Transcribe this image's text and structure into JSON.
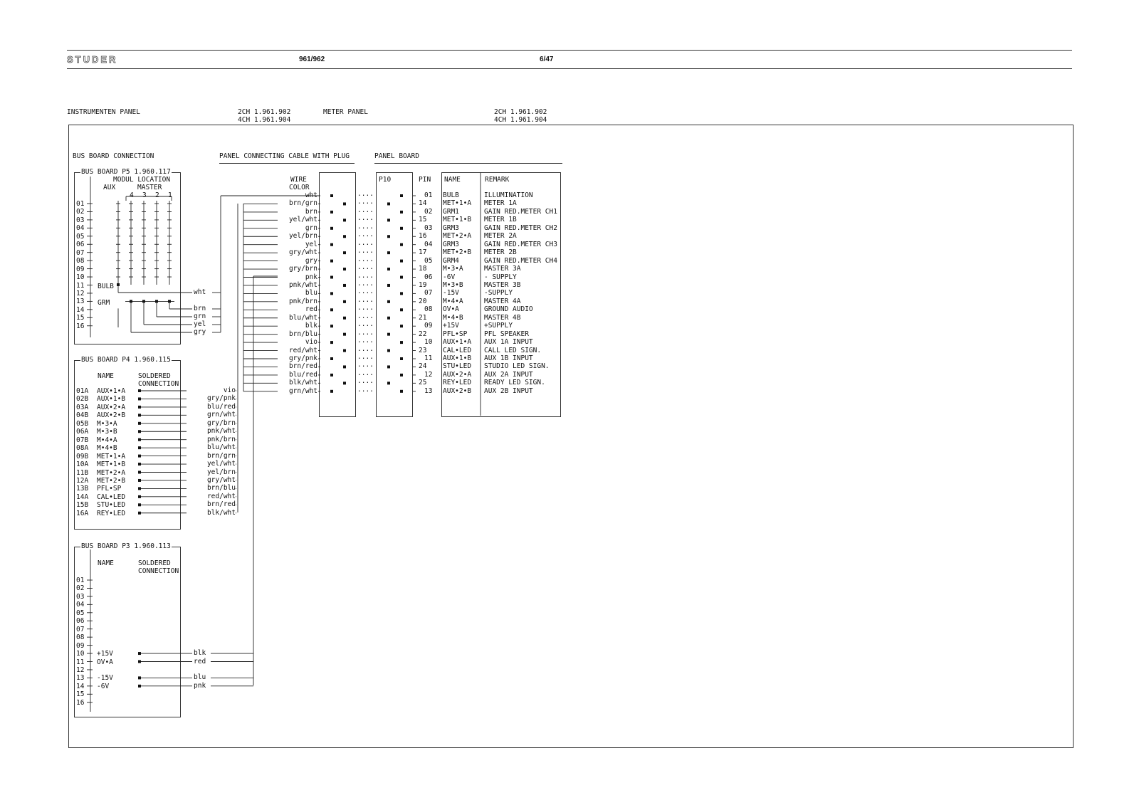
{
  "header": {
    "brand": "STUDER",
    "model": "961/962",
    "page": "6/47"
  },
  "title": {
    "left_panel": "INSTRUMENTEN PANEL",
    "left_codes": [
      "2CH  1.961.902",
      "4CH  1.961.904"
    ],
    "right_panel": "METER PANEL",
    "right_codes": [
      "2CH  1.961.902",
      "4CH  1.961.904"
    ]
  },
  "sections": {
    "bus_board": "BUS BOARD CONNECTION",
    "cable": "PANEL CONNECTING CABLE  WITH PLUG",
    "panel_board": "PANEL BOARD"
  },
  "p5": {
    "title": "BUS BOARD P5  1.960.117",
    "modul": "MODUL LOCATION",
    "aux": "AUX",
    "master": "MASTER",
    "slots": [
      "4",
      "3",
      "2",
      "1"
    ],
    "rows": [
      "01",
      "02",
      "03",
      "04",
      "05",
      "06",
      "07",
      "08",
      "09",
      "10",
      "11",
      "12",
      "13",
      "14",
      "15",
      "16"
    ],
    "bulb": "BULB",
    "grm": "GRM",
    "wires": [
      "wht",
      "brn",
      "grn",
      "yel",
      "gry"
    ]
  },
  "p4": {
    "title": "BUS BOARD P4  1.960.115",
    "name_hdr": "NAME",
    "sold_hdr": [
      "SOLDERED",
      "CONNECTION"
    ],
    "rows": [
      {
        "pin": "01A",
        "name": "AUX•1•A",
        "wire": "vio"
      },
      {
        "pin": "02B",
        "name": "AUX•1•B",
        "wire": "gry/pnk"
      },
      {
        "pin": "03A",
        "name": "AUX•2•A",
        "wire": "blu/red"
      },
      {
        "pin": "04B",
        "name": "AUX•2•B",
        "wire": "grn/wht"
      },
      {
        "pin": "05B",
        "name": "M•3•A",
        "wire": "gry/brn"
      },
      {
        "pin": "06A",
        "name": "M•3•B",
        "wire": "pnk/wht"
      },
      {
        "pin": "07B",
        "name": "M•4•A",
        "wire": "pnk/brn"
      },
      {
        "pin": "08A",
        "name": "M•4•B",
        "wire": "blu/wht"
      },
      {
        "pin": "09B",
        "name": "MET•1•A",
        "wire": "brn/grn"
      },
      {
        "pin": "10A",
        "name": "MET•1•B",
        "wire": "yel/wht"
      },
      {
        "pin": "11B",
        "name": "MET•2•A",
        "wire": "yel/brn"
      },
      {
        "pin": "12A",
        "name": "MET•2•B",
        "wire": "gry/wht"
      },
      {
        "pin": "13B",
        "name": "PFL•SP",
        "wire": "brn/blu"
      },
      {
        "pin": "14A",
        "name": "CAL•LED",
        "wire": "red/wht"
      },
      {
        "pin": "15B",
        "name": "STU•LED",
        "wire": "brn/red"
      },
      {
        "pin": "16A",
        "name": "REY•LED",
        "wire": "blk/wht"
      }
    ]
  },
  "p3": {
    "title": "BUS BOARD P3  1.960.113",
    "name_hdr": "NAME",
    "sold_hdr": [
      "SOLDERED",
      "CONNECTION"
    ],
    "rows": [
      {
        "pin": "01",
        "name": "",
        "wire": ""
      },
      {
        "pin": "02",
        "name": "",
        "wire": ""
      },
      {
        "pin": "03",
        "name": "",
        "wire": ""
      },
      {
        "pin": "04",
        "name": "",
        "wire": ""
      },
      {
        "pin": "05",
        "name": "",
        "wire": ""
      },
      {
        "pin": "06",
        "name": "",
        "wire": ""
      },
      {
        "pin": "07",
        "name": "",
        "wire": ""
      },
      {
        "pin": "08",
        "name": "",
        "wire": ""
      },
      {
        "pin": "09",
        "name": "",
        "wire": ""
      },
      {
        "pin": "10",
        "name": "+15V",
        "wire": "blk"
      },
      {
        "pin": "11",
        "name": "OV•A",
        "wire": "red"
      },
      {
        "pin": "12",
        "name": "",
        "wire": ""
      },
      {
        "pin": "13",
        "name": "-15V",
        "wire": "blu"
      },
      {
        "pin": "14",
        "name": "-6V",
        "wire": "pnk"
      },
      {
        "pin": "15",
        "name": "",
        "wire": ""
      },
      {
        "pin": "16",
        "name": "",
        "wire": ""
      }
    ]
  },
  "cable": {
    "wire_hdr": [
      "WIRE",
      "COLOR"
    ],
    "colors": [
      "wht",
      "brn/grn",
      "brn",
      "yel/wht",
      "grn",
      "yel/brn",
      "yel",
      "gry/wht",
      "gry",
      "gry/brn",
      "pnk",
      "pnk/wht",
      "blu",
      "pnk/brn",
      "red",
      "blu/wht",
      "blk",
      "brn/blu",
      "vio",
      "red/wht",
      "gry/pnk",
      "brn/red",
      "blu/red",
      "blk/wht",
      "grn/wht"
    ]
  },
  "panel": {
    "connector": "P10",
    "pin_hdr": "PIN",
    "name_hdr": "NAME",
    "remark_hdr": "REMARK",
    "rows": [
      {
        "pin": "01",
        "name": "BULB",
        "remark": "ILLUMINATION"
      },
      {
        "pin": "14",
        "name": "MET•1•A",
        "remark": "METER 1A"
      },
      {
        "pin": "02",
        "name": "GRM1",
        "remark": "GAIN RED.METER CH1"
      },
      {
        "pin": "15",
        "name": "MET•1•B",
        "remark": "METER 1B"
      },
      {
        "pin": "03",
        "name": "GRM3",
        "remark": "GAIN RED.METER CH2"
      },
      {
        "pin": "16",
        "name": "MET•2•A",
        "remark": "METER 2A"
      },
      {
        "pin": "04",
        "name": "GRM3",
        "remark": "GAIN RED.METER CH3"
      },
      {
        "pin": "17",
        "name": "MET•2•B",
        "remark": "METER 2B"
      },
      {
        "pin": "05",
        "name": "GRM4",
        "remark": "GAIN RED.METER CH4"
      },
      {
        "pin": "18",
        "name": "M•3•A",
        "remark": "MASTER 3A"
      },
      {
        "pin": "06",
        "name": "-6V",
        "remark": "- SUPPLY"
      },
      {
        "pin": "19",
        "name": "M•3•B",
        "remark": "MASTER 3B"
      },
      {
        "pin": "07",
        "name": "-15V",
        "remark": "-SUPPLY"
      },
      {
        "pin": "20",
        "name": "M•4•A",
        "remark": "MASTER 4A"
      },
      {
        "pin": "08",
        "name": "OV•A",
        "remark": "GROUND AUDIO"
      },
      {
        "pin": "21",
        "name": "M•4•B",
        "remark": "MASTER 4B"
      },
      {
        "pin": "09",
        "name": "+15V",
        "remark": "+SUPPLY"
      },
      {
        "pin": "22",
        "name": "PFL•SP",
        "remark": "PFL SPEAKER"
      },
      {
        "pin": "10",
        "name": "AUX•1•A",
        "remark": "AUX 1A INPUT"
      },
      {
        "pin": "23",
        "name": "CAL•LED",
        "remark": "CALL LED SIGN."
      },
      {
        "pin": "11",
        "name": "AUX•1•B",
        "remark": "AUX 1B INPUT"
      },
      {
        "pin": "24",
        "name": "STU•LED",
        "remark": "STUDIO LED SIGN."
      },
      {
        "pin": "12",
        "name": "AUX•2•A",
        "remark": "AUX 2A INPUT"
      },
      {
        "pin": "25",
        "name": "REY•LED",
        "remark": "READY LED SIGN."
      },
      {
        "pin": "13",
        "name": "AUX•2•B",
        "remark": "AUX 2B INPUT"
      }
    ]
  }
}
